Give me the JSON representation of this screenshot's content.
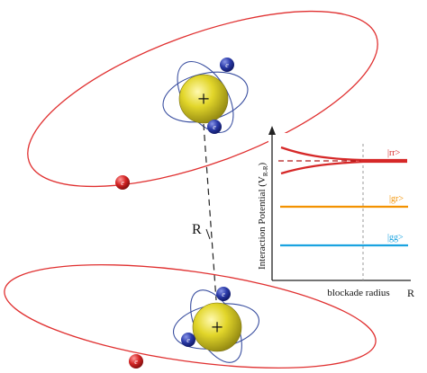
{
  "distance_label": "R",
  "electron_symbol": "e",
  "nucleus_symbol": "+",
  "plot": {
    "ylabel_main": "Interaction Potential (V",
    "ylabel_sub": "R-R",
    "ylabel_close": ")",
    "xlabel": "R",
    "marker_label": "blockade radius",
    "states": [
      {
        "label": "|rr>",
        "color": "#d62828"
      },
      {
        "label": "|gr>",
        "color": "#f39200"
      },
      {
        "label": "|gg>",
        "color": "#1aa3e0"
      }
    ]
  },
  "colors": {
    "orbit_outer": "#e03030",
    "orbit_inner": "#3a4fa0",
    "nucleus": "#d8cc1c",
    "electron_blue": "#1f2c8f",
    "electron_red": "#c81e1e"
  }
}
